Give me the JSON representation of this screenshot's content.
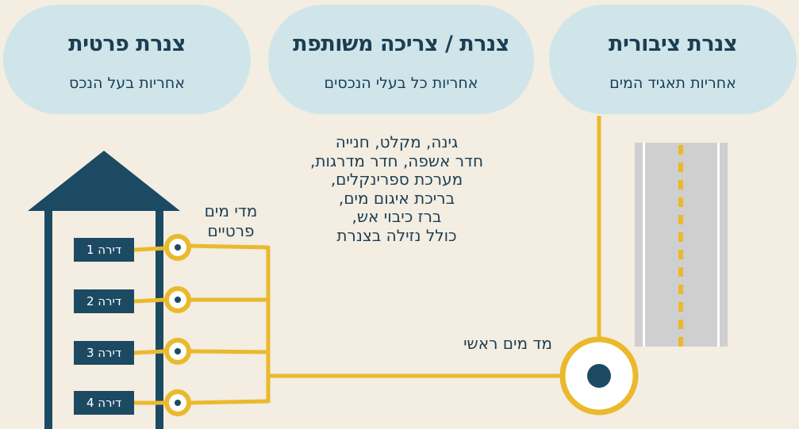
{
  "zones": {
    "private": {
      "title": "צנרת פרטית",
      "subtitle": "אחריות בעל הנכס"
    },
    "shared": {
      "title": "צנרת / צריכה משותפת",
      "subtitle": "אחריות כל בעלי הנכסים"
    },
    "public": {
      "title": "צנרת ציבורית",
      "subtitle": "אחריות תאגיד המים"
    }
  },
  "shared_facilities": [
    "גינה, מקלט, חנייה",
    "חדר אשפה, חדר מדרגות,",
    "מערכת ספרינקלים,",
    "בריכת איגום מים,",
    "ברז כיבוי אש,",
    "כולל נזילה בצנרת"
  ],
  "private_meters_label": [
    "מדי מים",
    "פרטיים"
  ],
  "main_meter_label": "מד מים ראשי",
  "apartments": [
    "דירה 1",
    "דירה 2",
    "דירה 3",
    "דירה 4"
  ],
  "colors": {
    "navy": "#1c4a63",
    "pipe": "#eab92c",
    "pill": "#cfe5ea",
    "road": "#cfcfcf",
    "background": "#f3ede2"
  }
}
